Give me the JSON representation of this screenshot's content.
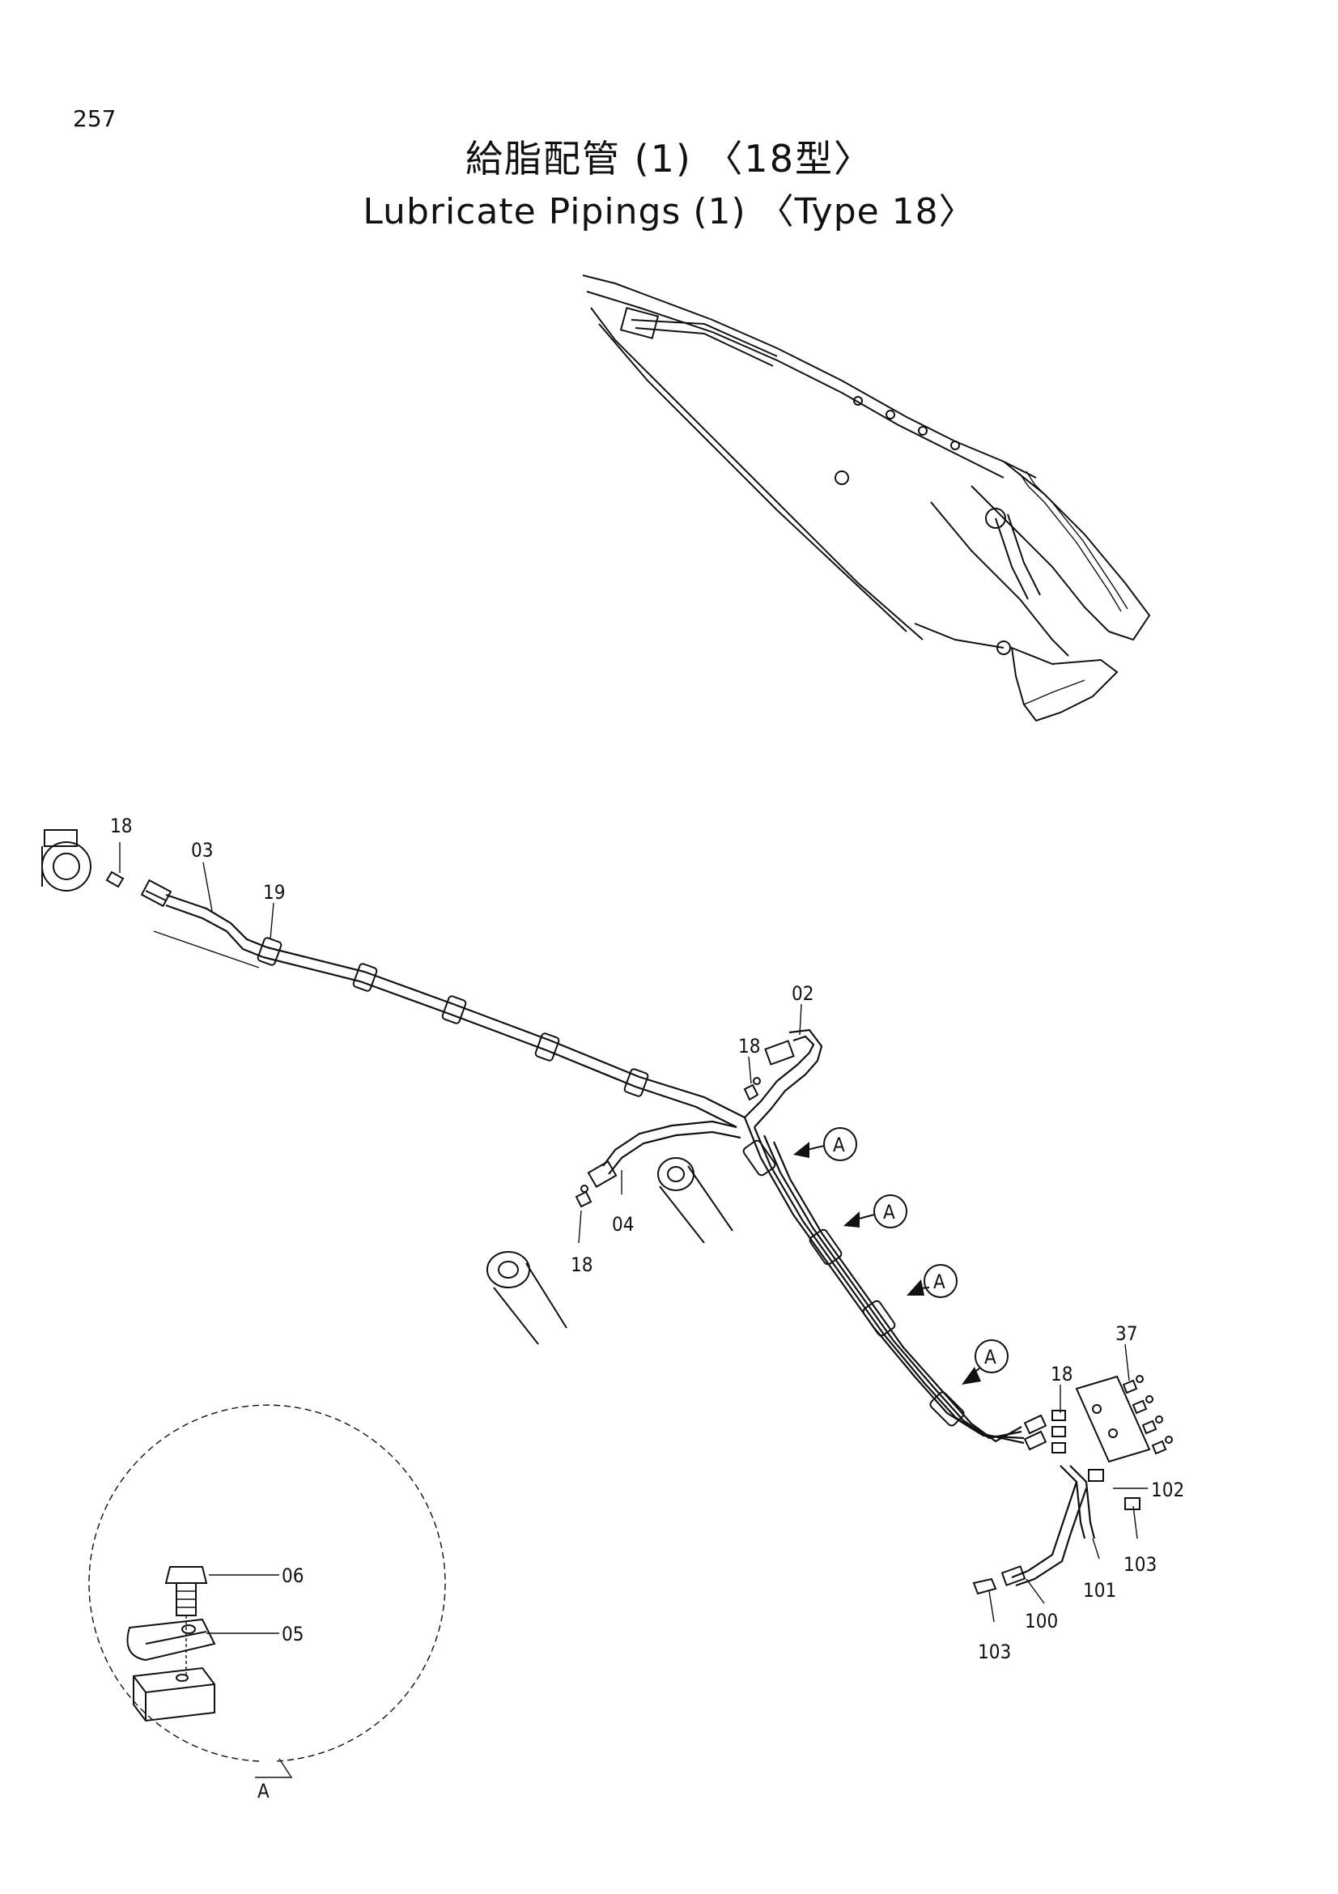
{
  "page_number": "257",
  "title_jp": "給脂配管 (1) 〈18型〉",
  "title_en": "Lubricate Pipings (1) 〈Type 18〉",
  "detail_view": "A",
  "callout_letter": "A",
  "part_labels": {
    "p18a": "18",
    "p03": "03",
    "p19": "19",
    "p02": "02",
    "p18b": "18",
    "p04": "04",
    "p18c": "18",
    "p18d": "18",
    "p37": "37",
    "p102": "102",
    "p103a": "103",
    "p101": "101",
    "p100": "100",
    "p103b": "103",
    "p06": "06",
    "p05": "05"
  }
}
